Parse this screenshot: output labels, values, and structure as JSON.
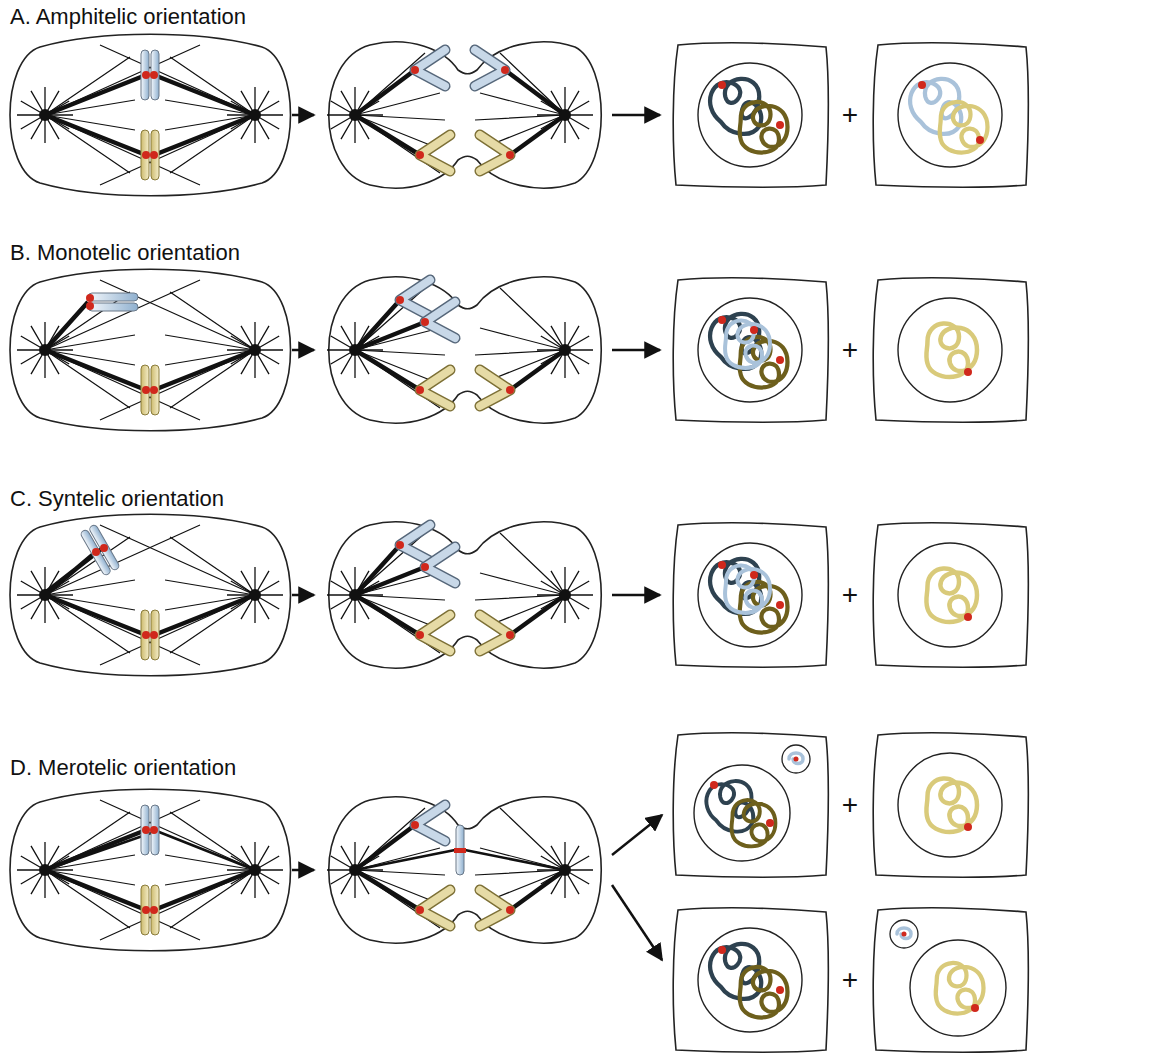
{
  "diagram": {
    "labels": [
      "A. Amphitelic orientation",
      "+",
      "B. Monotelic orientation",
      "+",
      "C. Syntelic orientation",
      "+",
      "D. Merotelic orientation",
      "+",
      "+"
    ]
  }
}
